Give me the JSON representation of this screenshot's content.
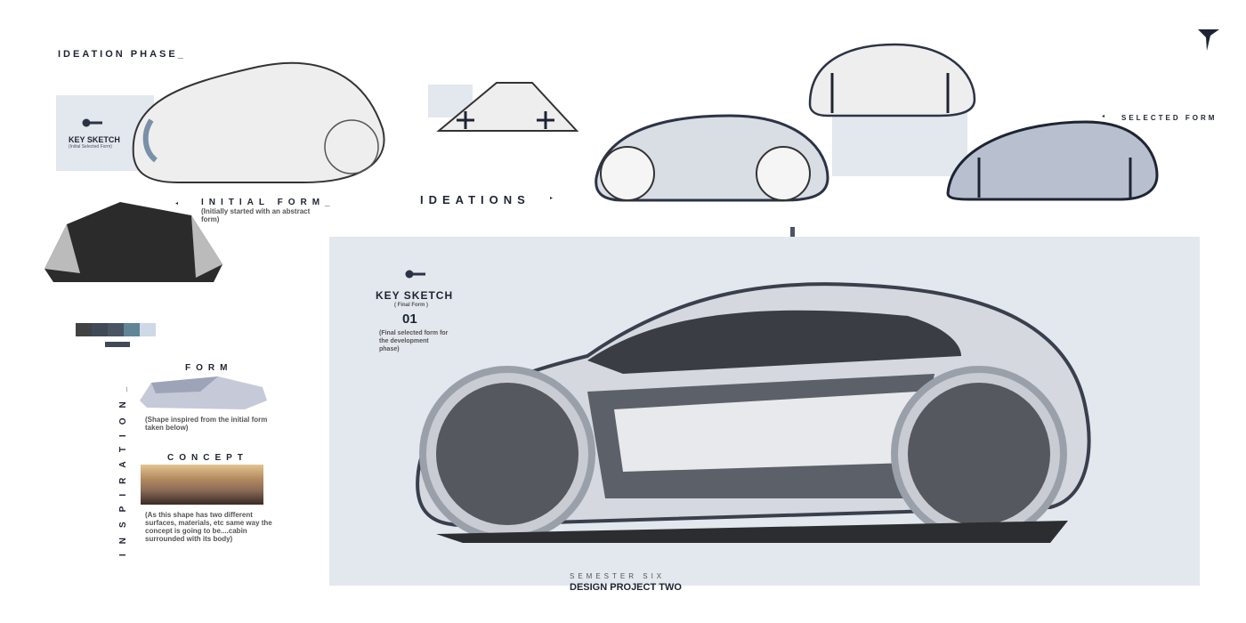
{
  "header": {
    "title": "IDEATION PHASE_",
    "logo": "brand-logo"
  },
  "key_sketch_initial": {
    "title": "KEY SKETCH",
    "subtitle": "(Initial Selected Form)",
    "icon": "key-icon"
  },
  "initial_form": {
    "title": "INITIAL FORM_",
    "caption": "(Initially started with an abstract form)"
  },
  "ideations": {
    "title": "IDEATIONS",
    "selected_label": "SELECTED FORM"
  },
  "palette": [
    "#404244",
    "#3f4a56",
    "#4a5563",
    "#5f8596",
    "#cfd8e6"
  ],
  "inspiration": {
    "title": "INSPIRATION_",
    "form_title": "FORM",
    "form_caption": "(Shape inspired from the initial form taken below)",
    "concept_title": "CONCEPT",
    "concept_caption": "(As this shape has two different surfaces, materials, etc same way the concept is going to be....cabin surrounded with its body)"
  },
  "key_sketch_final": {
    "title": "KEY SKETCH",
    "subtitle": "( Final Form )",
    "number": "01",
    "caption": "(Final selected form for the development phase)",
    "icon": "key-icon"
  },
  "footer": {
    "semester": "SEMESTER SIX",
    "project": "DESIGN PROJECT TWO"
  }
}
